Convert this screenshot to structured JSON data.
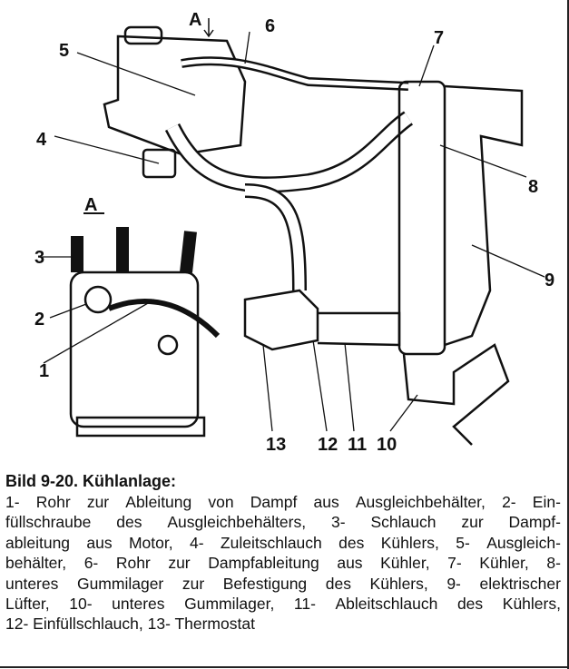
{
  "figure": {
    "view_label": "A",
    "view_arrow_label": "A",
    "callouts": [
      "1",
      "2",
      "3",
      "4",
      "5",
      "6",
      "7",
      "8",
      "9",
      "10",
      "11",
      "12",
      "13"
    ]
  },
  "caption": {
    "title": "Bild 9-20. Kühlanlage:",
    "lines": [
      "1- Rohr zur Ableitung von Dampf aus Ausgleichbehälter, 2- Ein-",
      "füllschraube des Ausgleichbehälters, 3- Schlauch zur Dampf-",
      "ableitung aus Motor, 4- Zuleitschlauch des Kühlers, 5- Ausgleich-",
      "behälter, 6- Rohr zur Dampfableitung aus Kühler, 7- Kühler, 8-",
      "unteres Gummilager zur Befestigung des Kühlers, 9- elektrischer",
      "Lüfter, 10- unteres Gummilager, 11- Ableitschlauch des Kühlers,",
      "12- Einfüllschlauch, 13- Thermostat"
    ]
  }
}
